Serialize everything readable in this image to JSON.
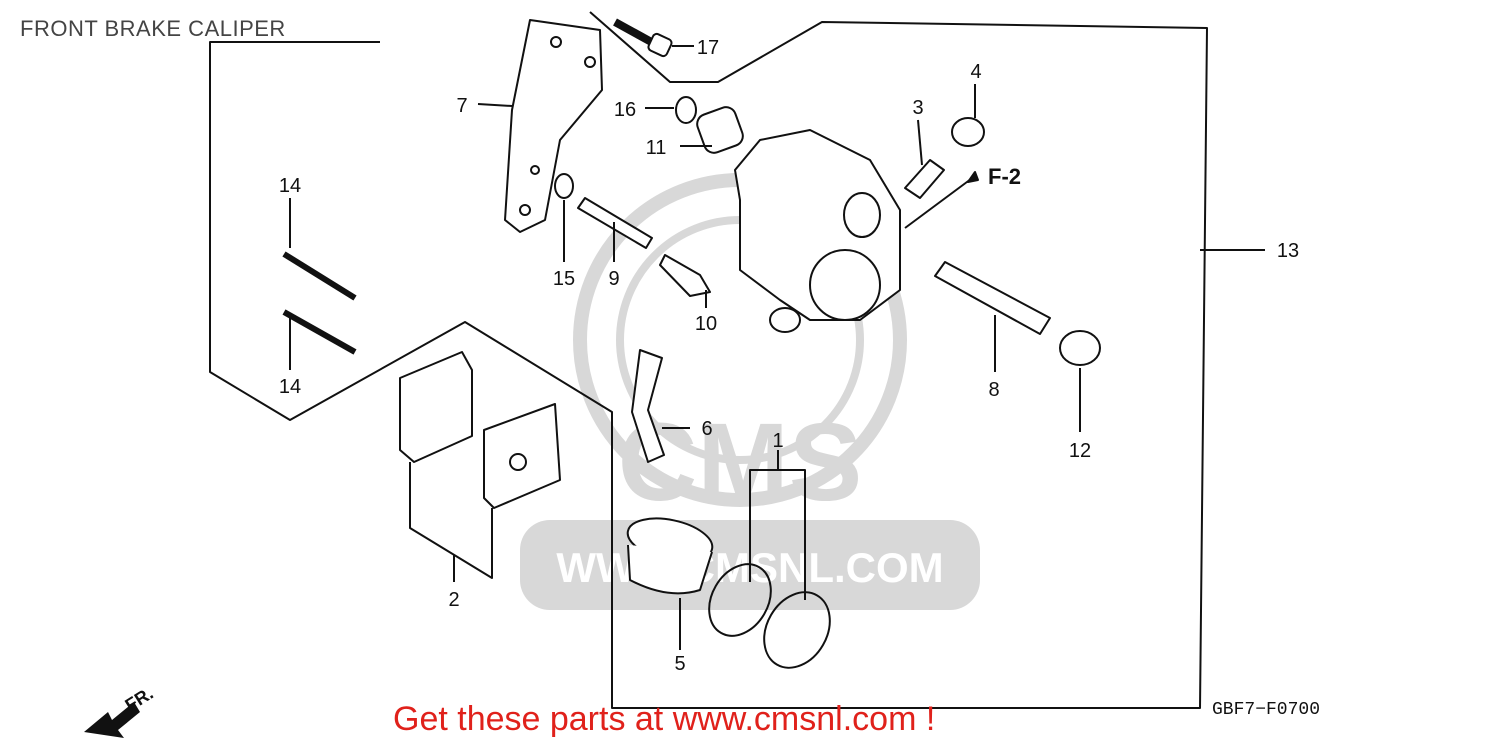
{
  "title": "FRONT BRAKE CALIPER",
  "ref_labels": [
    "1",
    "2",
    "3",
    "4",
    "5",
    "6",
    "7",
    "8",
    "9",
    "10",
    "11",
    "12",
    "13",
    "14",
    "14",
    "15",
    "16",
    "17"
  ],
  "callout_f2": "F-2",
  "direction_label": "FR.",
  "watermark_text": "CMS",
  "watermark_url": "WWW.CMSNL.COM",
  "promo_text": "Get these parts at www.cmsnl.com !",
  "diagram_code": "GBF7−F0700",
  "colors": {
    "promo": "#e0211b",
    "ink": "#111111",
    "watermark": "#d6d6d6"
  }
}
